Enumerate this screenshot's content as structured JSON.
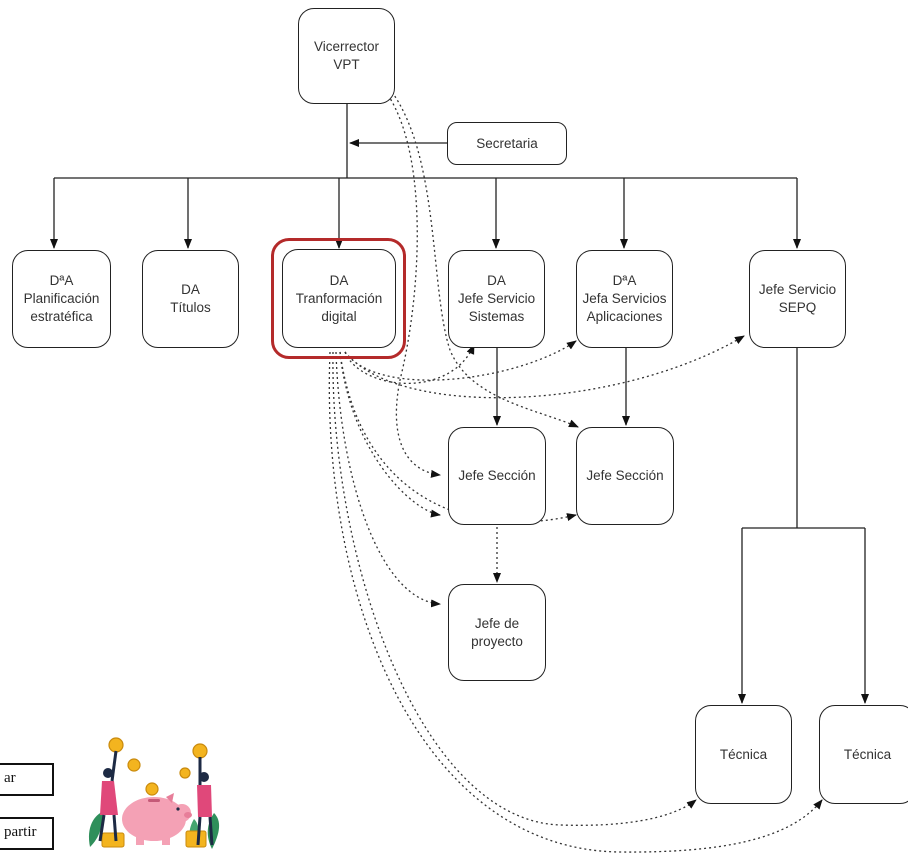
{
  "diagram": {
    "nodes": {
      "vicerrector": "Vicerrector\nVPT",
      "secretaria": "Secretaria",
      "planificacion": "DªA\nPlanificación\nestratéfica",
      "titulos": "DA\nTítulos",
      "transformacion": "DA\nTranformación\ndigital",
      "sistemas": "DA\nJefe Servicio\nSistemas",
      "aplicaciones": "DªA\nJefa Servicios\nAplicaciones",
      "sepq": "Jefe Servicio\nSEPQ",
      "seccion1": "Jefe Sección",
      "seccion2": "Jefe Sección",
      "proyecto": "Jefe de\nproyecto",
      "tecnica1": "Técnica",
      "tecnica2": "Técnica"
    },
    "highlighted_node": "transformacion",
    "highlight_color": "#b42a2a"
  },
  "side_buttons": {
    "top_label": "ar",
    "bottom_label": "partir"
  },
  "illustration": {
    "icon": "piggy-bank-savings-illustration"
  }
}
